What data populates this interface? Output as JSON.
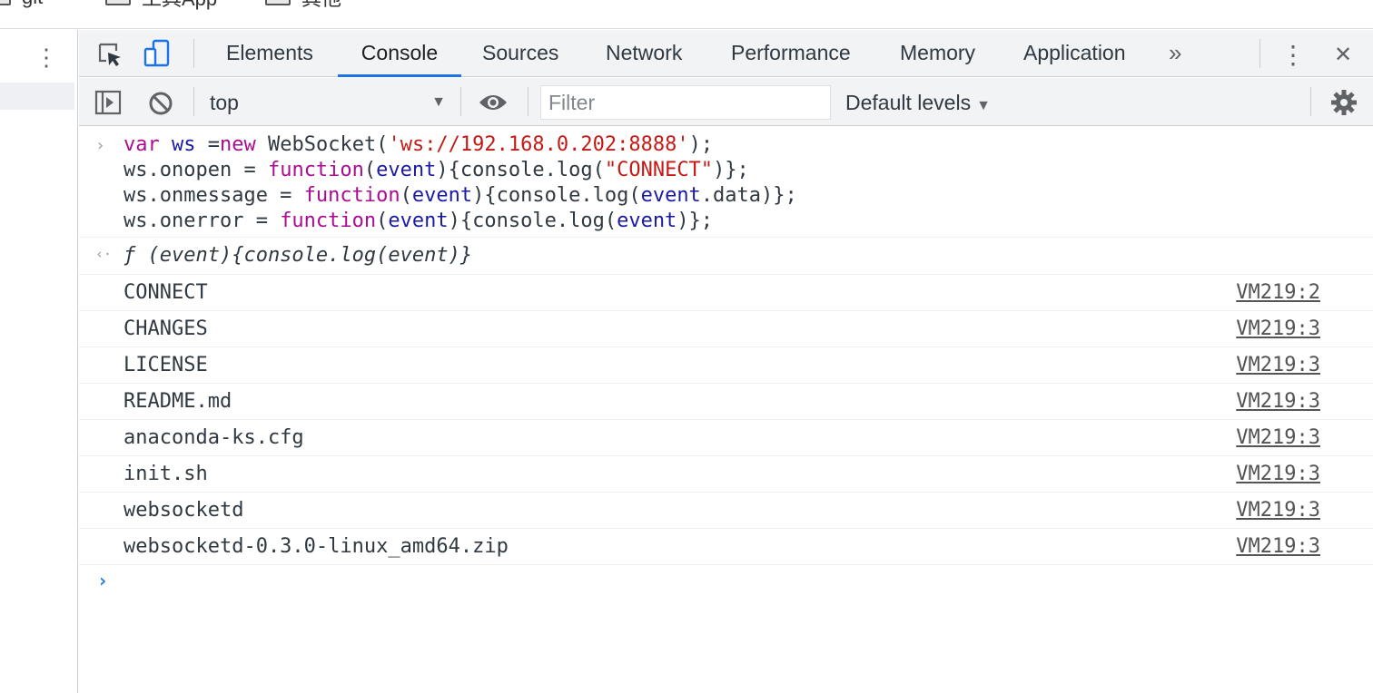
{
  "bookmarks": [
    {
      "label": "git"
    },
    {
      "label": "工具App"
    },
    {
      "label": "其他"
    }
  ],
  "devtools": {
    "tabs": [
      {
        "label": "Elements",
        "active": false
      },
      {
        "label": "Console",
        "active": true
      },
      {
        "label": "Sources",
        "active": false
      },
      {
        "label": "Network",
        "active": false
      },
      {
        "label": "Performance",
        "active": false
      },
      {
        "label": "Memory",
        "active": false
      },
      {
        "label": "Application",
        "active": false
      }
    ],
    "more_tabs_label": "»",
    "close_label": "✕"
  },
  "toolbar": {
    "context": "top",
    "filter_placeholder": "Filter",
    "filter_value": "",
    "levels_label": "Default levels"
  },
  "console": {
    "input_lines": [
      [
        {
          "t": "var",
          "c": "kw"
        },
        {
          "t": " "
        },
        {
          "t": "ws",
          "c": "def"
        },
        {
          "t": " ="
        },
        {
          "t": "new",
          "c": "kw"
        },
        {
          "t": " WebSocket("
        },
        {
          "t": "'ws://192.168.0.202:8888'",
          "c": "str"
        },
        {
          "t": ");"
        }
      ],
      [
        {
          "t": "ws.onopen = "
        },
        {
          "t": "function",
          "c": "kw"
        },
        {
          "t": "("
        },
        {
          "t": "event",
          "c": "def"
        },
        {
          "t": "){console.log("
        },
        {
          "t": "\"CONNECT\"",
          "c": "str"
        },
        {
          "t": ")};"
        }
      ],
      [
        {
          "t": "ws.onmessage = "
        },
        {
          "t": "function",
          "c": "kw"
        },
        {
          "t": "("
        },
        {
          "t": "event",
          "c": "def"
        },
        {
          "t": "){console.log("
        },
        {
          "t": "event",
          "c": "def"
        },
        {
          "t": ".data)};"
        }
      ],
      [
        {
          "t": "ws.onerror = "
        },
        {
          "t": "function",
          "c": "kw"
        },
        {
          "t": "("
        },
        {
          "t": "event",
          "c": "def"
        },
        {
          "t": "){console.log("
        },
        {
          "t": "event",
          "c": "def"
        },
        {
          "t": ")};"
        }
      ]
    ],
    "result": "ƒ (event){console.log(event)}",
    "logs": [
      {
        "text": "CONNECT",
        "source": "VM219:2"
      },
      {
        "text": "CHANGES",
        "source": "VM219:3"
      },
      {
        "text": "LICENSE",
        "source": "VM219:3"
      },
      {
        "text": "README.md",
        "source": "VM219:3"
      },
      {
        "text": "anaconda-ks.cfg",
        "source": "VM219:3"
      },
      {
        "text": "init.sh",
        "source": "VM219:3"
      },
      {
        "text": "websocketd",
        "source": "VM219:3"
      },
      {
        "text": "websocketd-0.3.0-linux_amd64.zip",
        "source": "VM219:3"
      }
    ],
    "prompt_symbol": "›",
    "result_symbol": "‹·",
    "input_prompt_symbol": "›"
  },
  "colors": {
    "accent": "#1a73e8",
    "keyword": "#aa0d91",
    "string": "#c41a16",
    "variable": "#1a1aa6"
  },
  "icons": [
    "folder-icon",
    "kebab-menu-icon",
    "inspect-element-icon",
    "device-toolbar-icon",
    "more-tabs-icon",
    "devtools-menu-icon",
    "close-icon",
    "sidebar-toggle-icon",
    "clear-console-icon",
    "eye-icon",
    "gear-icon"
  ]
}
